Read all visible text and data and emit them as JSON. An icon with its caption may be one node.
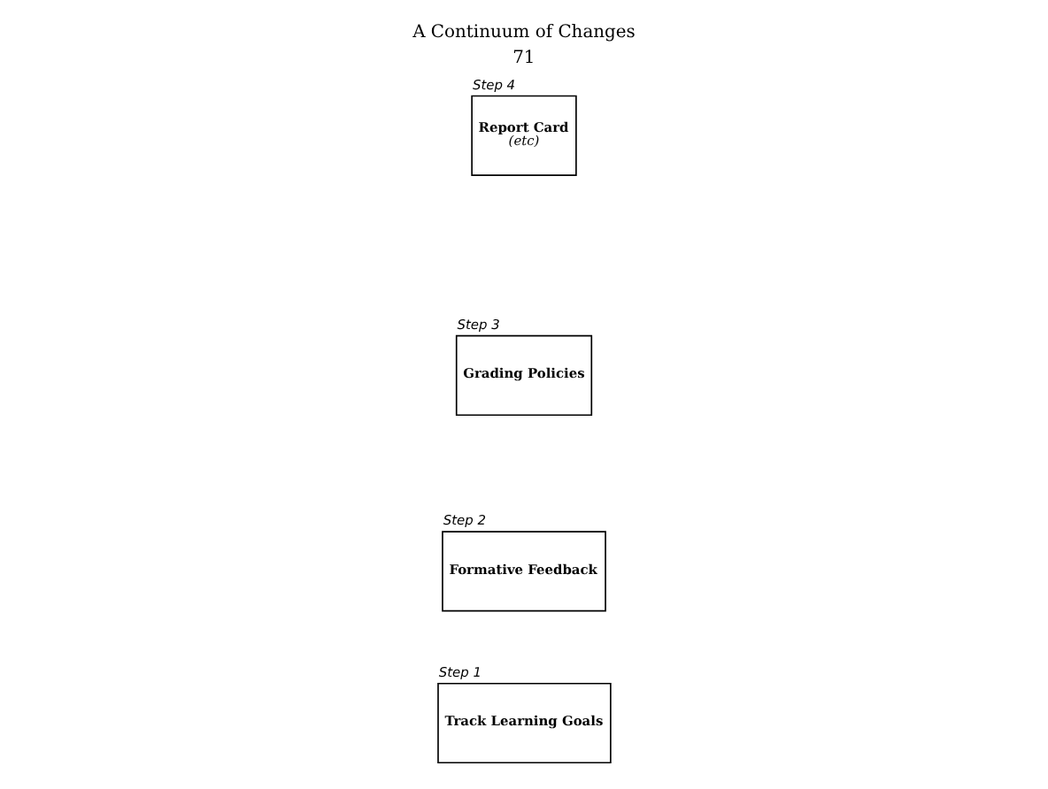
{
  "diagram": {
    "title": "A Continuum of Changes",
    "nodes": [
      {
        "text": [
          "Track Learning Goals"
        ],
        "beside": [
          "Step 1"
        ]
      },
      {
        "text": [
          "Formative Feedback"
        ],
        "beside": [
          "Step 2"
        ]
      },
      {
        "text": [
          "Grading Policies"
        ],
        "beside": [
          "Step 3"
        ]
      },
      {
        "text": [
          "Report Card",
          "(etc)"
        ],
        "beside": [
          "Step 4"
        ]
      }
    ],
    "labels": [
      "71"
    ]
  }
}
